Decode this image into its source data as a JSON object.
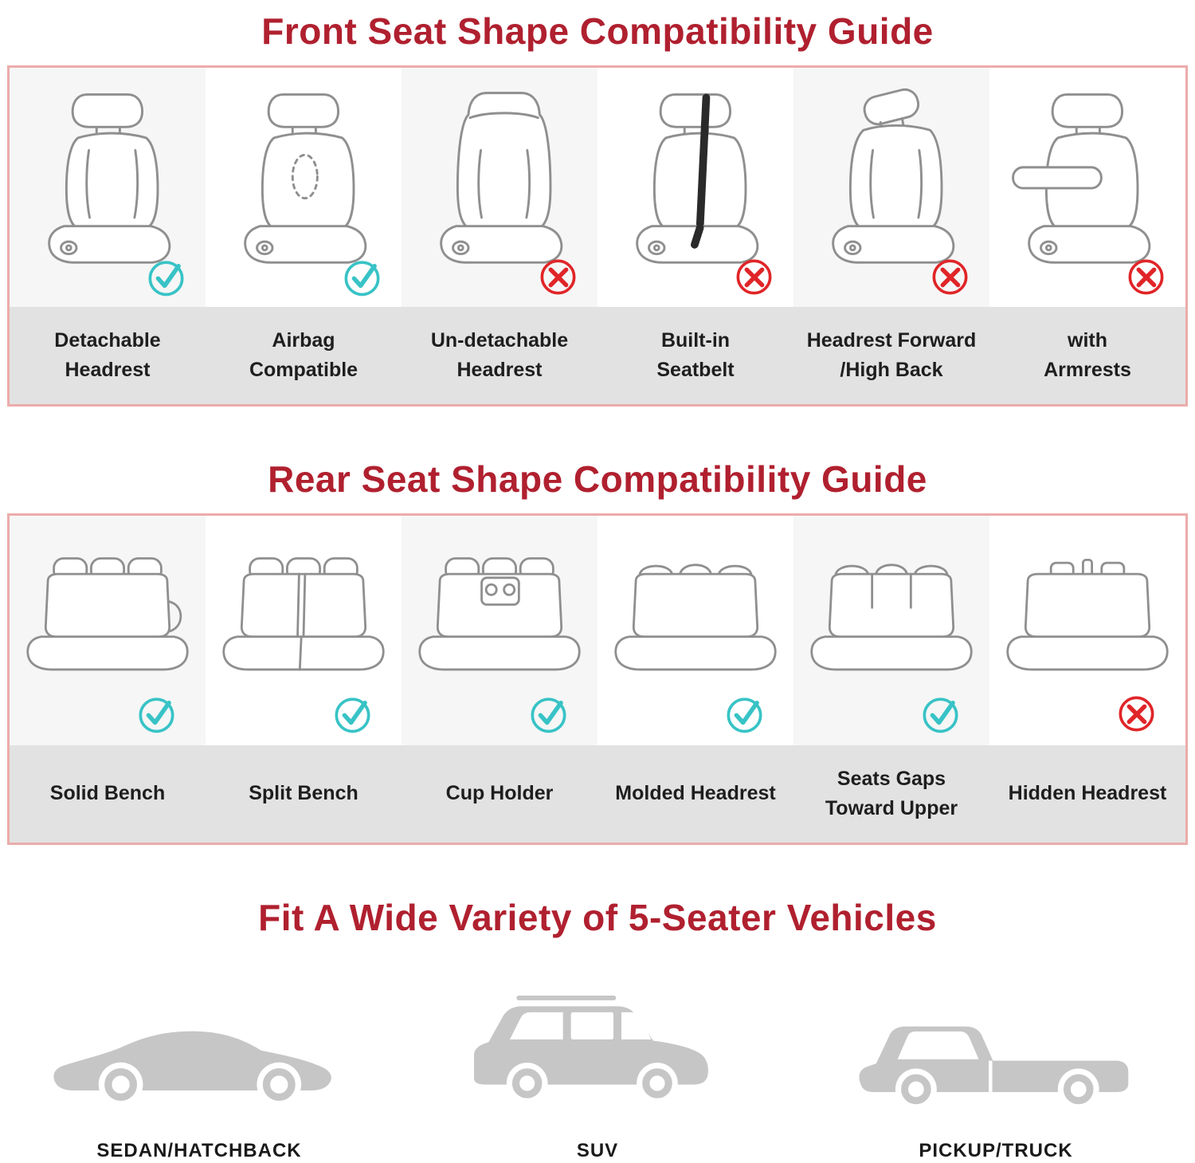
{
  "front_guide": {
    "title": "Front Seat Shape Compatibility Guide",
    "items": [
      {
        "lines": [
          "Detachable",
          "Headrest"
        ],
        "status": "check"
      },
      {
        "lines": [
          "Airbag",
          "Compatible"
        ],
        "status": "check"
      },
      {
        "lines": [
          "Un-detachable",
          "Headrest"
        ],
        "status": "cross"
      },
      {
        "lines": [
          "Built-in",
          "Seatbelt"
        ],
        "status": "cross"
      },
      {
        "lines": [
          "Headrest Forward",
          "/High Back"
        ],
        "status": "cross"
      },
      {
        "lines": [
          "with",
          "Armrests"
        ],
        "status": "cross"
      }
    ]
  },
  "rear_guide": {
    "title": "Rear Seat Shape Compatibility Guide",
    "items": [
      {
        "lines": [
          "Solid Bench"
        ],
        "status": "check"
      },
      {
        "lines": [
          "Split Bench"
        ],
        "status": "check"
      },
      {
        "lines": [
          "Cup Holder"
        ],
        "status": "check"
      },
      {
        "lines": [
          "Molded Headrest"
        ],
        "status": "check"
      },
      {
        "lines": [
          "Seats Gaps",
          "Toward Upper"
        ],
        "status": "check"
      },
      {
        "lines": [
          "Hidden Headrest"
        ],
        "status": "cross"
      }
    ]
  },
  "vehicles": {
    "title": "Fit A Wide Variety of 5-Seater Vehicles",
    "items": [
      {
        "label": "SEDAN/HATCHBACK",
        "icon": "sedan-silhouette-icon"
      },
      {
        "label": "SUV",
        "icon": "suv-silhouette-icon"
      },
      {
        "label": "PICKUP/TRUCK",
        "icon": "pickup-silhouette-icon"
      }
    ]
  },
  "colors": {
    "title_red": "#b0202f",
    "check_teal": "#38c3c6",
    "cross_red": "#e02528",
    "panel_border_pink": "#ecacaa",
    "label_gray": "#e2e2e2",
    "line_gray": "#8f8f8f",
    "vehicle_gray": "#c6c6c6"
  }
}
